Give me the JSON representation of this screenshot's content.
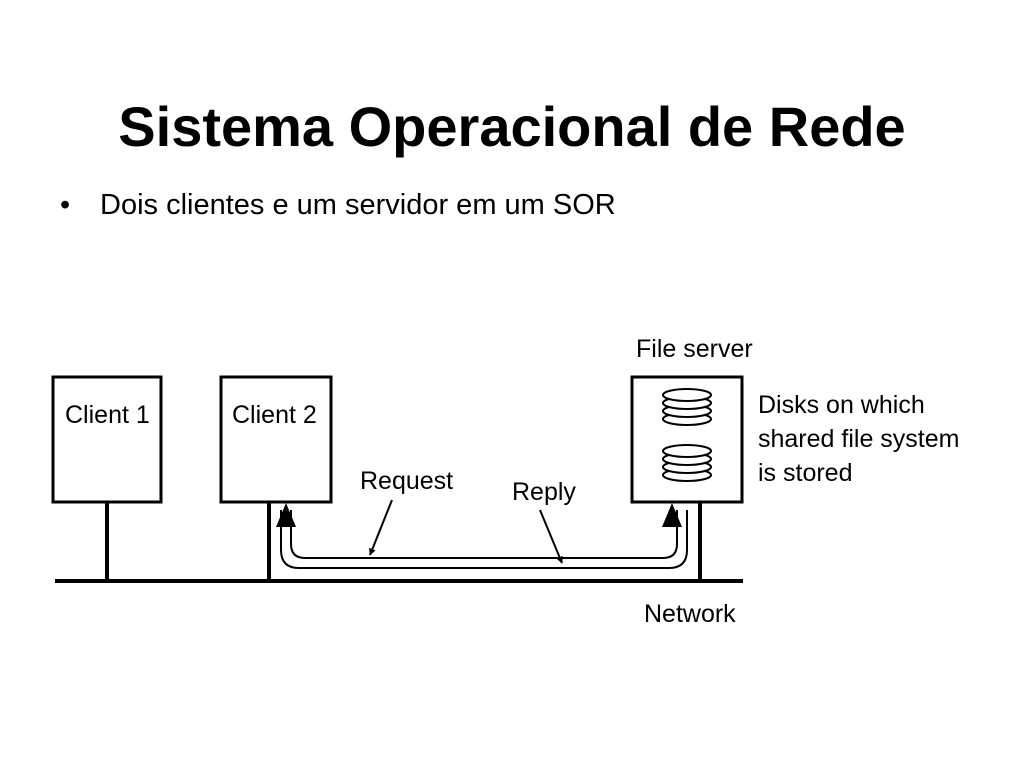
{
  "slide": {
    "title": "Sistema Operacional de Rede",
    "bullets": [
      {
        "marker": "•",
        "text": "Dois clientes e um servidor em um SOR"
      }
    ]
  },
  "diagram": {
    "client1_label": "Client 1",
    "client2_label": "Client 2",
    "file_server_label": "File server",
    "disks_label_lines": [
      "Disks on which",
      "shared file system",
      "is stored"
    ],
    "request_label": "Request",
    "reply_label": "Reply",
    "network_label": "Network"
  },
  "colors": {
    "stroke": "#000000",
    "background": "#ffffff"
  }
}
